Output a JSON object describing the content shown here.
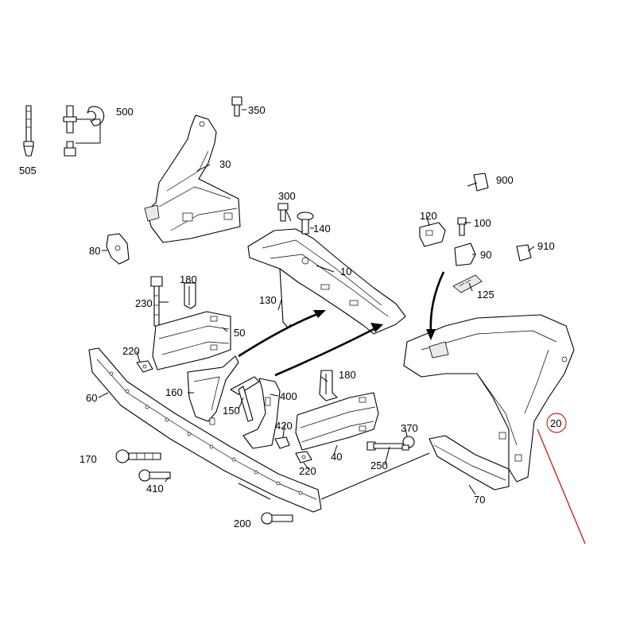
{
  "labels": {
    "p505": "505",
    "p500": "500",
    "p350": "350",
    "p30": "30",
    "p80": "80",
    "p300": "300",
    "p140": "140",
    "p10": "10",
    "p130": "130",
    "p180a": "180",
    "p230": "230",
    "p50": "50",
    "p220a": "220",
    "p60": "60",
    "p160": "160",
    "p150": "150",
    "p400": "400",
    "p180b": "180",
    "p420": "420",
    "p40": "40",
    "p220b": "220",
    "p370": "370",
    "p250": "250",
    "p170": "170",
    "p410": "410",
    "p200": "200",
    "p70": "70",
    "p20": "20",
    "p900": "900",
    "p120": "120",
    "p100": "100",
    "p90": "90",
    "p910": "910",
    "p125": "125"
  },
  "colors": {
    "highlight": "#c62828",
    "ink": "#000000"
  }
}
